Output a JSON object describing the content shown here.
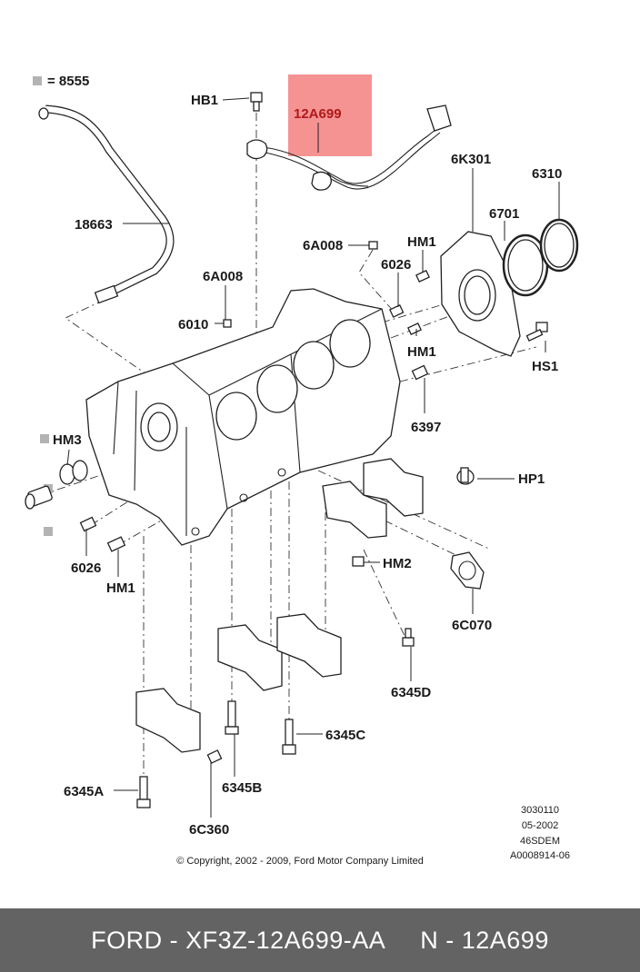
{
  "legend": {
    "symbol_value": "= 8555",
    "swatch_color": "#b3b3b3"
  },
  "highlight": {
    "color": "#f59393",
    "part": "12A699"
  },
  "labels": {
    "hb1": "HB1",
    "p12a699": "12A699",
    "p6k301": "6K301",
    "p6310": "6310",
    "p18663": "18663",
    "p6701": "6701",
    "hm1_top": "HM1",
    "p6a008_top": "6A008",
    "p6026_top": "6026",
    "p6a008_left": "6A008",
    "p6010": "6010",
    "hm1_mid": "HM1",
    "hs1": "HS1",
    "p6397": "6397",
    "hm3": "HM3",
    "hp1": "HP1",
    "p6026_left": "6026",
    "hm1_left": "HM1",
    "hm2": "HM2",
    "p6c070": "6C070",
    "p6345d": "6345D",
    "p6345c": "6345C",
    "p6345a": "6345A",
    "p6345b": "6345B",
    "p6c360": "6C360"
  },
  "meta": {
    "line1": "3030110",
    "line2": "05-2002",
    "line3": "46SDEM",
    "line4": "A0008914-06"
  },
  "copyright": "© Copyright, 2002 - 2009, Ford Motor Company Limited",
  "footer": {
    "part_number": "FORD - XF3Z-12A699-AA",
    "ref": "N - 12A699"
  }
}
